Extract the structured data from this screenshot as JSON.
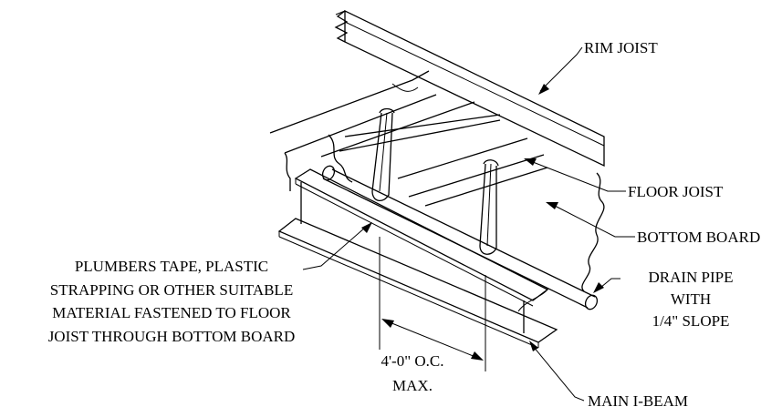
{
  "labels": {
    "rim_joist": "RIM JOIST",
    "floor_joist": "FLOOR JOIST",
    "bottom_board": "BOTTOM BOARD",
    "drain_pipe": [
      "DRAIN PIPE",
      "WITH",
      "1/4\" SLOPE"
    ],
    "strap_note": [
      "PLUMBERS TAPE, PLASTIC",
      "STRAPPING OR OTHER SUITABLE",
      "MATERIAL FASTENED TO FLOOR",
      "JOIST THROUGH BOTTOM BOARD"
    ],
    "spacing": [
      "4'-0\" O.C.",
      "MAX."
    ],
    "main_ibeam": "MAIN I-BEAM"
  }
}
